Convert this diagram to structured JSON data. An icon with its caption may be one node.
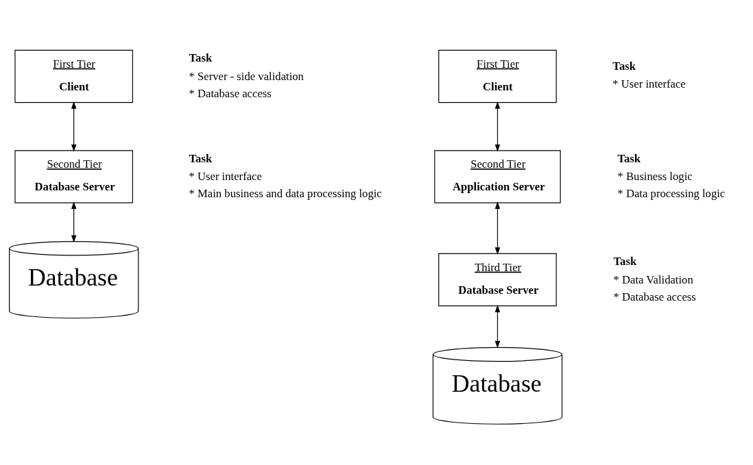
{
  "diagram": {
    "nodes": [
      {
        "text": [
          "First Tier",
          "Client"
        ],
        "beside": [
          "Task",
          "* Server - side validation",
          "* Database access"
        ]
      },
      {
        "text": [
          "Second Tier",
          "Database Server"
        ],
        "beside": [
          "Task",
          "* User interface",
          "* Main business and data processing logic"
        ]
      },
      {
        "text": [
          "Database"
        ]
      },
      {
        "text": [
          "First Tier",
          "Client"
        ],
        "beside": [
          "Task",
          "* User interface"
        ]
      },
      {
        "text": [
          "Second Tier",
          "Application Server"
        ],
        "beside": [
          "Task",
          "* Business logic",
          "* Data processing logic"
        ]
      },
      {
        "text": [
          "Third Tier",
          "Database Server"
        ],
        "beside": [
          "Task",
          "* Data Validation",
          "* Database access"
        ]
      },
      {
        "text": [
          "Database"
        ]
      }
    ],
    "edges": [
      {
        "from": 0,
        "to": 1,
        "arrow": "both"
      },
      {
        "from": 1,
        "to": 2,
        "arrow": "both"
      },
      {
        "from": 3,
        "to": 4,
        "arrow": "both"
      },
      {
        "from": 4,
        "to": 5,
        "arrow": "both"
      },
      {
        "from": 5,
        "to": 6,
        "arrow": "both"
      }
    ]
  }
}
